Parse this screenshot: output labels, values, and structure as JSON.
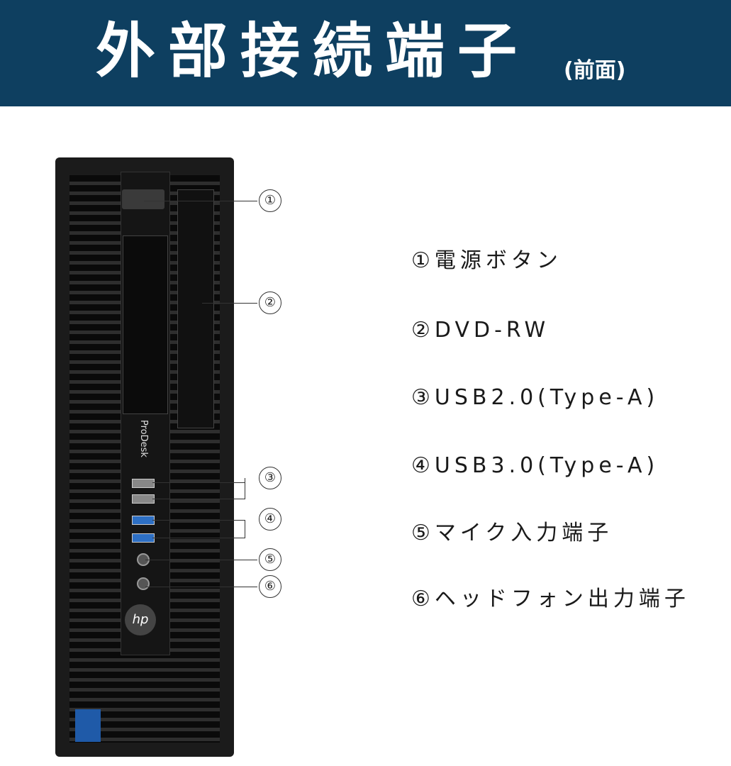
{
  "header": {
    "title": "外部接続端子",
    "subtitle": "(前面)",
    "background": "#0e3f60"
  },
  "device": {
    "brand_text": "ProDesk",
    "logo": "hp"
  },
  "callouts": [
    "①",
    "②",
    "③",
    "④",
    "⑤",
    "⑥"
  ],
  "legend": [
    {
      "label": "①電源ボタン"
    },
    {
      "label": "②DVD-RW"
    },
    {
      "label": "③USB2.0(Type-A)"
    },
    {
      "label": "④USB3.0(Type-A)"
    },
    {
      "label": "⑤マイク入力端子"
    },
    {
      "label": "⑥ヘッドフォン出力端子"
    }
  ]
}
